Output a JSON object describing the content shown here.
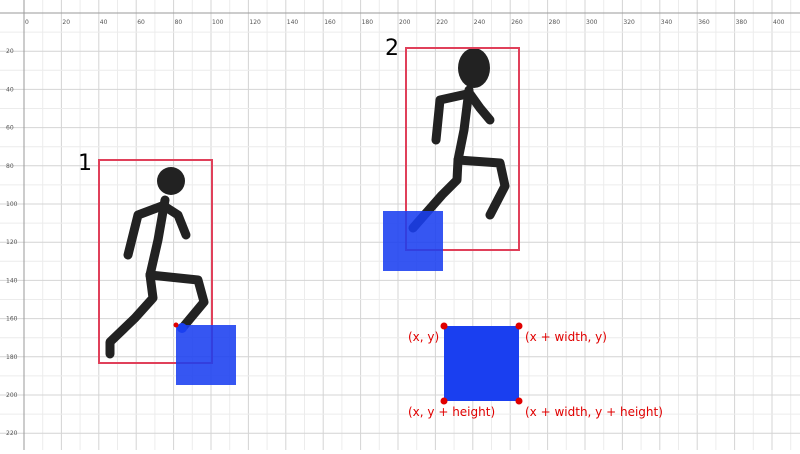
{
  "axes": {
    "x_ticks": [
      "0",
      "20",
      "40",
      "60",
      "80",
      "100",
      "120",
      "140",
      "160",
      "180",
      "200",
      "220",
      "240",
      "260",
      "280",
      "300",
      "320",
      "340",
      "360",
      "380",
      "400"
    ],
    "y_ticks": [
      "20",
      "40",
      "60",
      "80",
      "100",
      "120",
      "140",
      "160",
      "180",
      "200",
      "220"
    ]
  },
  "frames": [
    {
      "label": "1"
    },
    {
      "label": "2"
    }
  ],
  "annotations": {
    "top_left": "(x, y)",
    "top_right": "(x + width, y)",
    "bottom_left": "(x, y + height)",
    "bottom_right": "(x + width, y + height)"
  },
  "colors": {
    "grid": "#dddddd",
    "bounding_box": "#e0405a",
    "square": "#1a3ff0",
    "annotation": "#e00000",
    "figure": "#222222"
  }
}
